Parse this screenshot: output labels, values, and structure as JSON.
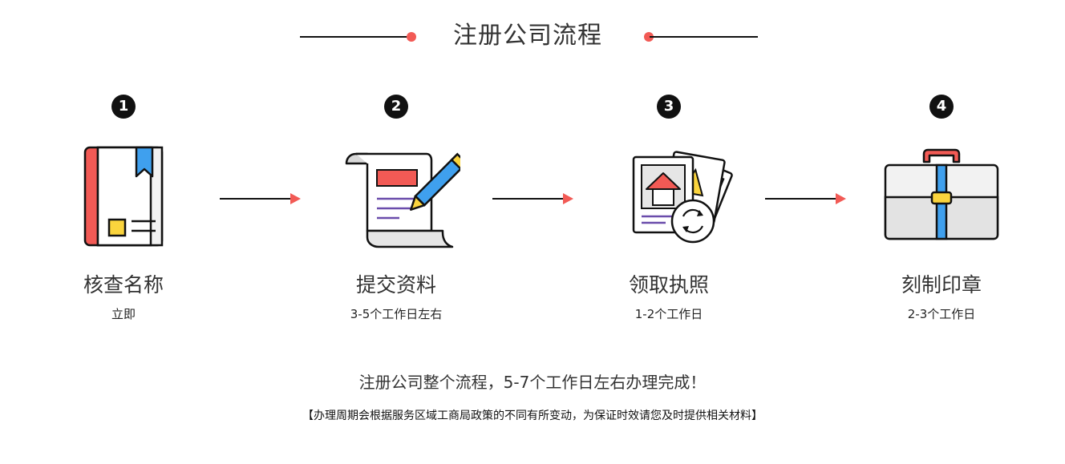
{
  "header": {
    "title": "注册公司流程"
  },
  "steps": [
    {
      "number": "1",
      "title": "核查名称",
      "subtitle": "立即",
      "icon": "book-icon"
    },
    {
      "number": "2",
      "title": "提交资料",
      "subtitle": "3-5个工作日左右",
      "icon": "document-sign-icon"
    },
    {
      "number": "3",
      "title": "领取执照",
      "subtitle": "1-2个工作日",
      "icon": "license-photos-icon"
    },
    {
      "number": "4",
      "title": "刻制印章",
      "subtitle": "2-3个工作日",
      "icon": "briefcase-icon"
    }
  ],
  "footer": {
    "summary": "注册公司整个流程，5-7个工作日左右办理完成！",
    "note": "【办理周期会根据服务区域工商局政策的不同有所变动，为保证时效请您及时提供相关材料】"
  },
  "colors": {
    "accent_red": "#f25a55",
    "accent_blue": "#3fa0ee",
    "accent_yellow": "#fad43d",
    "line_purple": "#6a4cab",
    "ink": "#111111"
  }
}
